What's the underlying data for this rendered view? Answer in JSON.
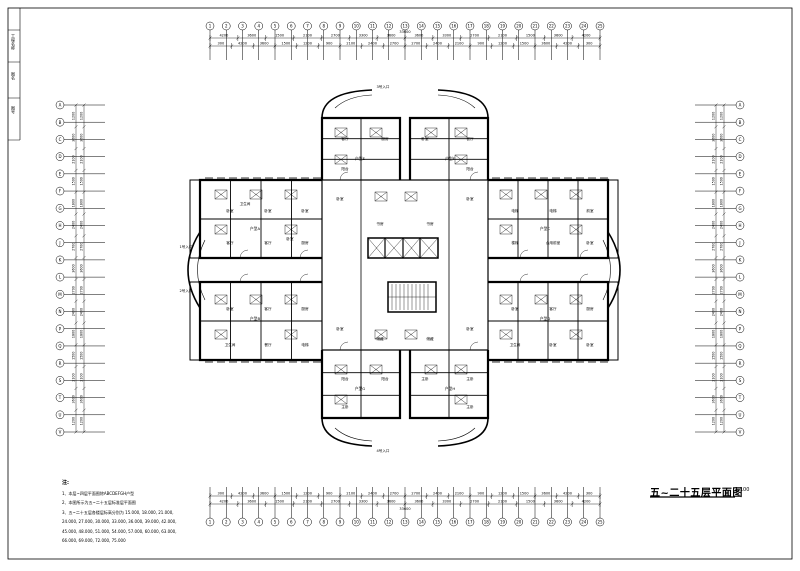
{
  "drawing": {
    "title": "五~二十五层平面图",
    "scale": "1:100",
    "overall_dim": "33600"
  },
  "notes": {
    "heading": "注:",
    "lines": [
      "1、本层~四层平面图除ABCDEFGH户型",
      "2、本图所示为五~二十五层标准层平面图",
      "3、五~二十五层各楼层标高分别为 15.000, 18.000, 21.000,",
      "24.000, 27.000, 30.000, 33.000, 36.000, 39.000, 42.000,",
      "45.000, 48.000, 51.000, 54.000, 57.000, 60.000, 63.000,",
      "66.000, 69.000, 72.000, 75.000"
    ]
  },
  "title_block": [
    "工程名称",
    "图名",
    "图号"
  ],
  "grid_top": [
    "1",
    "2",
    "3",
    "4",
    "5",
    "6",
    "7",
    "8",
    "9",
    "10",
    "11",
    "12",
    "13",
    "14",
    "15",
    "16",
    "17",
    "18",
    "19",
    "20",
    "21",
    "22",
    "23",
    "24",
    "25"
  ],
  "grid_left": [
    "A",
    "B",
    "C",
    "D",
    "E",
    "F",
    "G",
    "H",
    "J",
    "K",
    "L",
    "M",
    "N",
    "P",
    "Q",
    "R",
    "S",
    "T",
    "U",
    "V"
  ],
  "dims_top_outer": [
    "4200",
    "3600",
    "1500",
    "2100",
    "2700",
    "3300",
    "3600",
    "3600",
    "3300",
    "2700",
    "2100",
    "1500",
    "3600",
    "4200"
  ],
  "dims_top_inner": [
    "300",
    "4200",
    "3600",
    "1500",
    "1200",
    "900",
    "2100",
    "2400",
    "2700",
    "2700",
    "2400",
    "2100",
    "900",
    "1200",
    "1500",
    "3600",
    "4200",
    "300"
  ],
  "dims_side": [
    "1200",
    "3600",
    "2100",
    "1500",
    "1800",
    "2400",
    "2700",
    "3600",
    "2700",
    "2400",
    "1800",
    "1500",
    "2100",
    "3600",
    "1200"
  ],
  "room_labels": [
    "卧室",
    "卧室",
    "卧室",
    "客厅",
    "客厅",
    "厨房",
    "卫生间",
    "卧室",
    "卧室",
    "客厅",
    "厨房",
    "卫生间",
    "餐厅",
    "电梯",
    "电梯",
    "电梯",
    "前室",
    "楼梯",
    "合用前室",
    "卧室",
    "卧室",
    "客厅",
    "厨房",
    "卫生间",
    "卧室",
    "卧室",
    "客厅",
    "厨房",
    "卧室",
    "餐厅",
    "阳台",
    "阳台",
    "阳台",
    "阳台",
    "主卧",
    "主卧",
    "主卧",
    "主卧",
    "书房",
    "书房",
    "储藏",
    "储藏",
    "卧室",
    "卧室",
    "卧室",
    "卧室"
  ],
  "unit_labels": [
    "户型A",
    "户型B",
    "户型C",
    "户型D",
    "户型E",
    "户型F",
    "户型G",
    "户型H"
  ],
  "exit_labels": [
    "1号入口",
    "2号入口",
    "3号入口",
    "4号入口"
  ]
}
